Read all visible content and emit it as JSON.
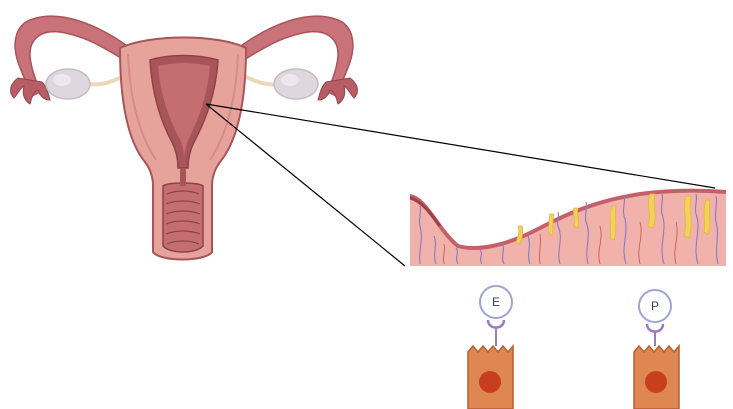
{
  "hormones": [
    {
      "id": "estrogen",
      "label": "E"
    },
    {
      "id": "progesterone",
      "label": "P"
    }
  ],
  "colors": {
    "uterus_wall": "#e6a39c",
    "uterus_dark": "#a8555a",
    "uterus_inner": "#c46e72",
    "ovary": "#ded7de",
    "endometrium": "#f0b2aa",
    "endometrium_top": "#c66068",
    "gland_vessel": "#8a7cc2",
    "gland_secretion": "#f2d35a",
    "cell_body": "#de8753",
    "cell_nucleus": "#c83f1f",
    "receptor": "#9c7cc0",
    "hormone_circle": "#9fa4d8",
    "callout_line": "#000000"
  }
}
